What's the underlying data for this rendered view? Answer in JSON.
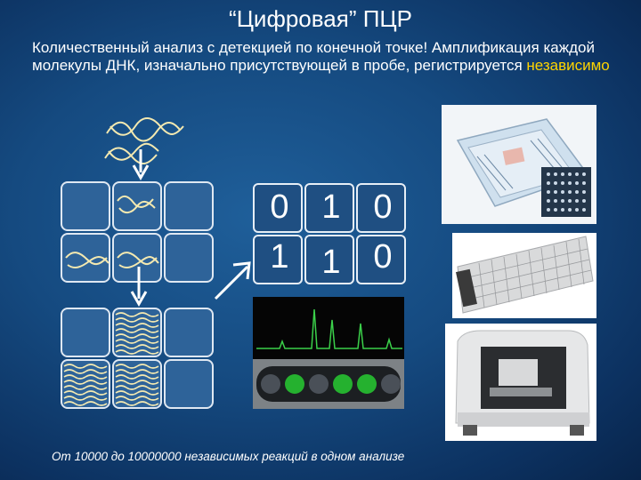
{
  "slide": {
    "title": "“Цифровая” ПЦР",
    "intro_text": "Количественный анализ с детекцией по конечной точке! Амплификация каждой молекулы ДНК, изначально присутствующей в пробе, регистрируется ",
    "intro_highlight": "независимо",
    "footer": "От 10000 до 10000000  независимых реакций в одном анализе",
    "digits_row1": [
      "0",
      "1",
      "0"
    ],
    "digits_row2": [
      "1",
      "1",
      "0"
    ]
  },
  "colors": {
    "highlight": "#ffd400",
    "background": "#154a80",
    "peak": "#3bd04a"
  }
}
